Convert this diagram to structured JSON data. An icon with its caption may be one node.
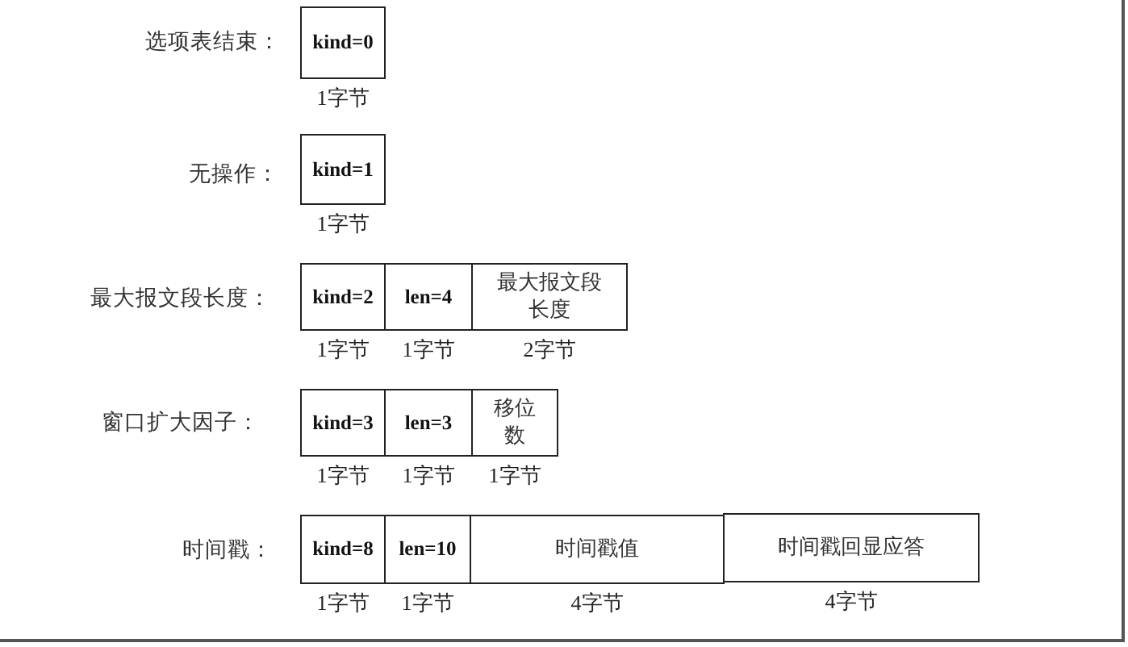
{
  "diagram": {
    "nodes": [
      {
        "text": [
          "kind=0"
        ],
        "beside": [
          "1字节"
        ]
      },
      {
        "text": [
          "kind=1"
        ],
        "beside": [
          "1字节"
        ]
      },
      {
        "text": [
          "kind=2"
        ],
        "beside": [
          "1字节"
        ]
      },
      {
        "text": [
          "len=4"
        ],
        "beside": [
          "1字节"
        ]
      },
      {
        "text": [
          "最大报文段长度"
        ],
        "beside": [
          "2字节"
        ]
      },
      {
        "text": [
          "kind=3"
        ],
        "beside": [
          "1字节"
        ]
      },
      {
        "text": [
          "len=3"
        ],
        "beside": [
          "1字节"
        ]
      },
      {
        "text": [
          "移位数"
        ],
        "beside": [
          "1字节"
        ]
      },
      {
        "text": [
          "kind=8"
        ],
        "beside": [
          "1字节"
        ]
      },
      {
        "text": [
          "len=10"
        ],
        "beside": [
          "1字节"
        ]
      },
      {
        "text": [
          "时间戳值"
        ],
        "beside": [
          "4字节"
        ]
      },
      {
        "text": [
          "时间戳回显应答"
        ],
        "beside": [
          "4字节"
        ]
      }
    ],
    "labels": [
      "选项表结束：",
      "无操作：",
      "最大报文段长度：",
      "窗口扩大因子：",
      "时间戳："
    ]
  }
}
